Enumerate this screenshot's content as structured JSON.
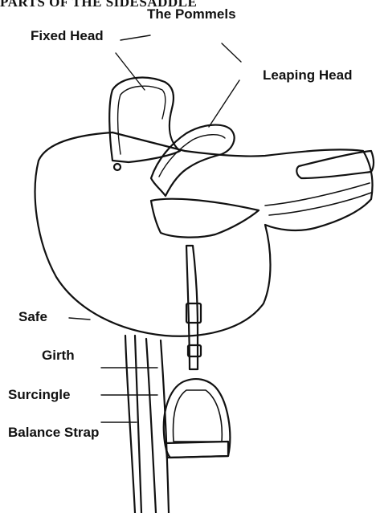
{
  "diagram": {
    "header": "PARTS OF THE SIDESADDLE",
    "labels": {
      "pommels": "The Pommels",
      "fixed_head": "Fixed Head",
      "leaping_head": "Leaping Head",
      "safe": "Safe",
      "girth": "Girth",
      "surcingle": "Surcingle",
      "balance_strap": "Balance Strap"
    },
    "colors": {
      "ink": "#111111",
      "paper": "#ffffff"
    }
  }
}
